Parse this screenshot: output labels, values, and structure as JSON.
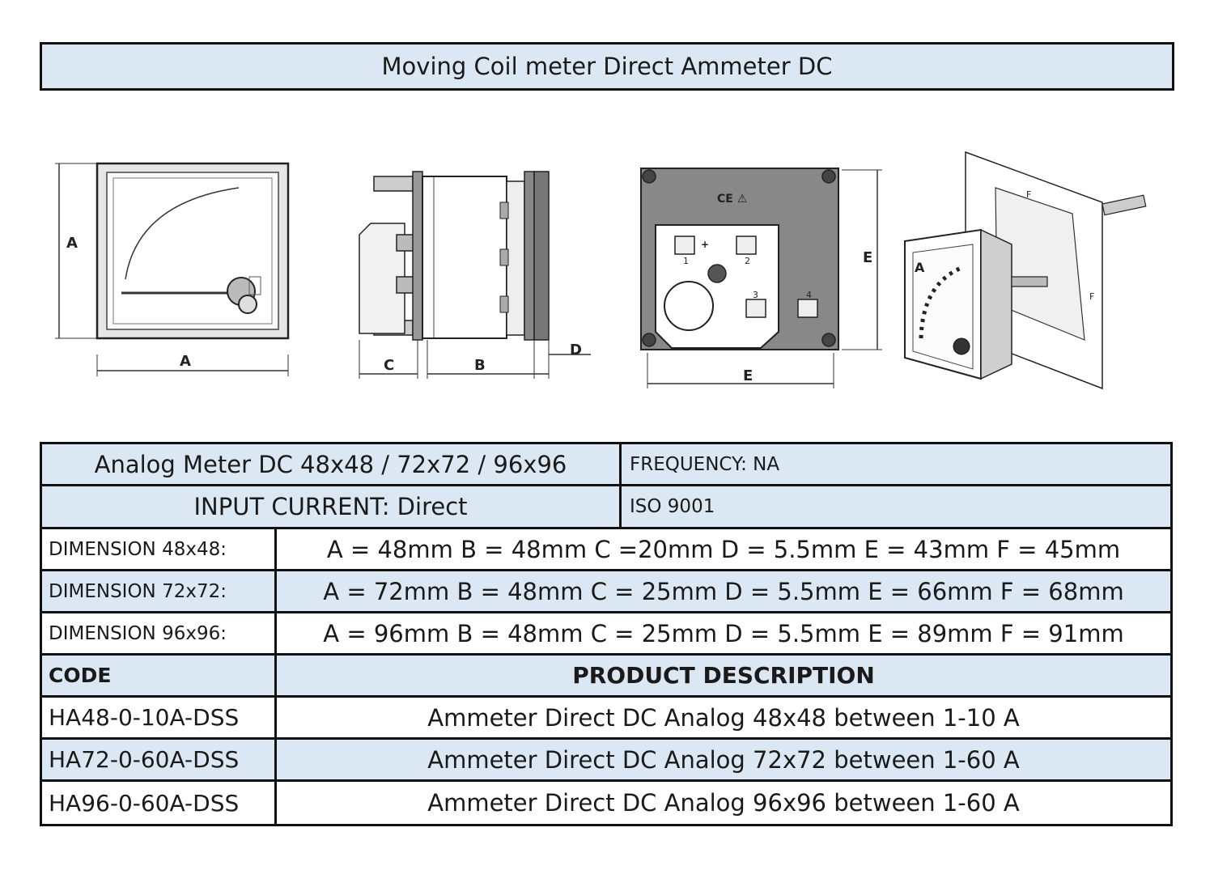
{
  "title": "Moving Coil meter Direct Ammeter DC",
  "drawing_labels": {
    "front_a_vertical": "A",
    "front_a_horizontal": "A",
    "side_c": "C",
    "side_b": "B",
    "side_d": "D",
    "back_e_vertical": "E",
    "back_e_horizontal": "E",
    "persp_f_top": "F",
    "persp_f_side": "F",
    "persp_unit": "A",
    "back_terminal_1": "1",
    "back_terminal_2": "2",
    "back_terminal_3": "3",
    "back_terminal_4": "4",
    "back_plus": "+",
    "back_marks": "CE ⚠"
  },
  "spec": {
    "analog_meter": "Analog Meter DC 48x48 / 72x72 / 96x96",
    "frequency": "FREQUENCY: NA",
    "input_current": "INPUT CURRENT: Direct",
    "iso": "ISO 9001",
    "dimensions": [
      {
        "label": "DIMENSION 48x48:",
        "value": "A = 48mm B = 48mm C =20mm D = 5.5mm E = 43mm F = 45mm"
      },
      {
        "label": "DIMENSION 72x72:",
        "value": "A = 72mm B = 48mm C = 25mm D = 5.5mm E = 66mm F = 68mm"
      },
      {
        "label": "DIMENSION 96x96:",
        "value": "A = 96mm B = 48mm C = 25mm D = 5.5mm E = 89mm F = 91mm"
      }
    ],
    "code_header": "CODE",
    "description_header": "PRODUCT DESCRIPTION",
    "products": [
      {
        "code": "HA48-0-10A-DSS",
        "description": "Ammeter Direct DC Analog 48x48 between 1-10 A"
      },
      {
        "code": "HA72-0-60A-DSS",
        "description": "Ammeter Direct DC Analog 72x72 between 1-60 A"
      },
      {
        "code": "HA96-0-60A-DSS",
        "description": "Ammeter Direct DC Analog 96x96 between 1-60 A"
      }
    ]
  },
  "colors": {
    "cell_blue": "#dbe8f4",
    "border": "#111111"
  }
}
